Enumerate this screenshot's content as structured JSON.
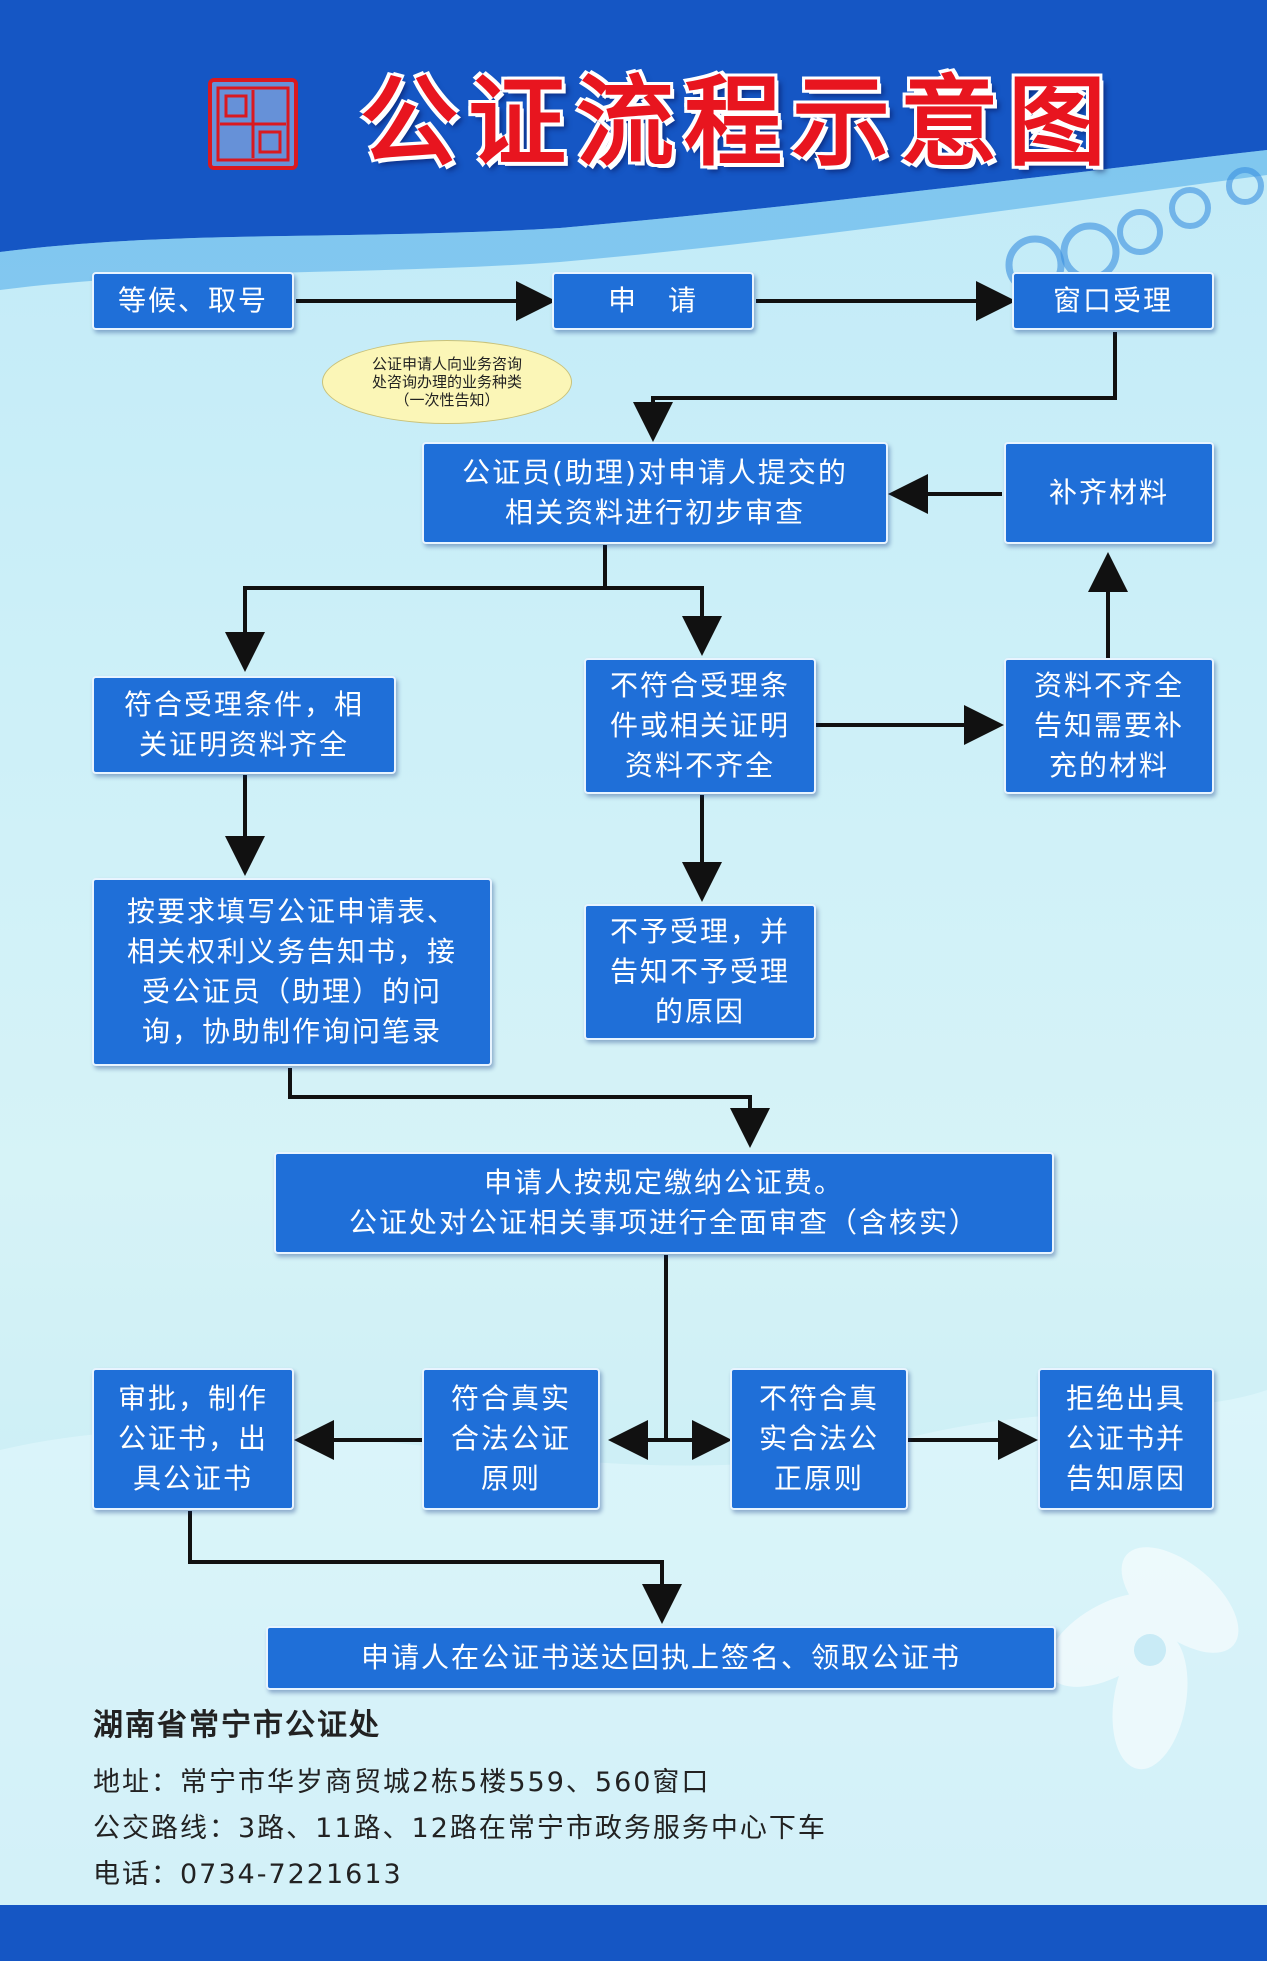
{
  "title": "公证流程示意图",
  "colors": {
    "header_blue": "#1556c4",
    "box_blue": "#1f6fd8",
    "title_red": "#e8151f",
    "arrow": "#111111",
    "callout_yellow": "#fbf6b7"
  },
  "steps": {
    "wait_number": "等候、取号",
    "apply": "申　请",
    "window_accept": "窗口受理",
    "preliminary_review": "公证员(助理)对申请人提交的\n相关资料进行初步审查",
    "supplement": "补齐材料",
    "meets_conditions": "符合受理条件，相\n关证明资料齐全",
    "not_meets_conditions": "不符合受理条\n件或相关证明\n资料不齐全",
    "notify_supplement": "资料不齐全\n告知需要补\n充的材料",
    "fill_forms": "按要求填写公证申请表、\n相关权利义务告知书，接\n受公证员（助理）的问\n询，协助制作询问笔录",
    "not_accepted": "不予受理，并\n告知不予受理\n的原因",
    "pay_review": "申请人按规定缴纳公证费。\n公证处对公证相关事项进行全面审查（含核实）",
    "approve_issue": "审批，制作\n公证书，出\n具公证书",
    "meets_principle": "符合真实\n合法公证\n原则",
    "not_meets_principle": "不符合真\n实合法公\n正原则",
    "refuse": "拒绝出具\n公证书并\n告知原因",
    "sign_receive": "申请人在公证书送达回执上签名、领取公证书"
  },
  "callout": "公证申请人向业务咨询\n处咨询办理的业务种类\n（一次性告知）",
  "footer": {
    "office": "湖南省常宁市公证处",
    "address": "地址：常宁市华岁商贸城2栋5楼559、560窗口",
    "bus": "公交路线：3路、11路、12路在常宁市政务服务中心下车",
    "phone": "电话：0734-7221613"
  }
}
